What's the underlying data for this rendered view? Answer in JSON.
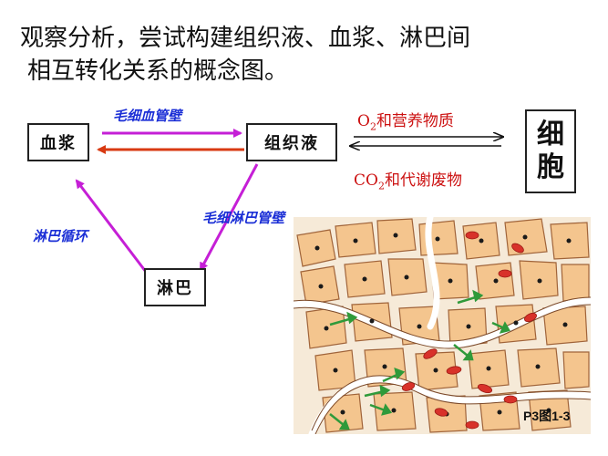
{
  "title": {
    "line1": "观察分析，尝试构建组织液、血浆、淋巴间",
    "line2": "相互转化关系的概念图。"
  },
  "nodes": {
    "plasma": "血浆",
    "tissue_fluid": "组织液",
    "lymph": "淋巴",
    "cell_line1": "细",
    "cell_line2": "胞"
  },
  "labels": {
    "capillary_wall": "毛细血管壁",
    "lymph_capillary_wall": "毛细淋巴管壁",
    "lymph_circulation": "淋巴循环",
    "o2_prefix": "O",
    "o2_sub": "2",
    "o2_suffix": "和营养物质",
    "co2_prefix": "CO",
    "co2_sub": "2",
    "co2_suffix": "和代谢废物"
  },
  "figure_label": "P3图1-3",
  "colors": {
    "arrow_purple": "#c51fd6",
    "arrow_red": "#d83a12",
    "label_blue": "#1b2fd6",
    "text_red": "#cc1111",
    "cell_fill": "#f4c58e",
    "rbc_red": "#d8322a",
    "flow_green": "#2f9a3a"
  }
}
